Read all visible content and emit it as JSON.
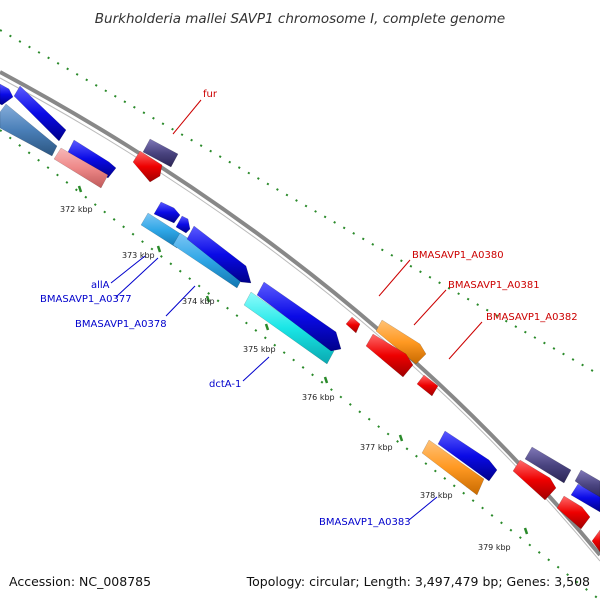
{
  "title": "Burkholderia mallei SAVP1 chromosome I, complete genome",
  "ticks": [
    "372 kbp",
    "373 kbp",
    "374 kbp",
    "375 kbp",
    "376 kbp",
    "377 kbp",
    "378 kbp",
    "379 kbp"
  ],
  "gene_labels": {
    "fur": "fur",
    "allA": "allA",
    "a0377": "BMASAVP1_A0377",
    "a0378": "BMASAVP1_A0378",
    "dctA": "dctA-1",
    "a0380": "BMASAVP1_A0380",
    "a0381": "BMASAVP1_A0381",
    "a0382": "BMASAVP1_A0382",
    "a0383": "BMASAVP1_A0383"
  },
  "footer": {
    "accession": "Accession: NC_008785",
    "summary": "Topology: circular; Length: 3,497,479 bp; Genes: 3,508"
  },
  "colors": {
    "cds_blue": "#0a0ae6",
    "cds_cyan": "#19e6e6",
    "cds_light_blue": "#2ea6e6",
    "cds_steel": "#4a7fb8",
    "cds_red": "#ee0000",
    "cds_pink": "#ee8888",
    "cds_orange": "#ff9922",
    "cds_slate": "#4a4480",
    "backbone": "#888888",
    "ticks": "#2a8a2a"
  }
}
